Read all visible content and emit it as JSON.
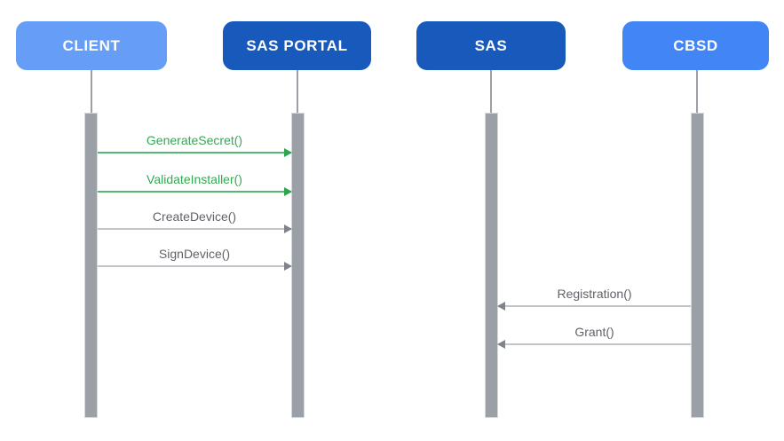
{
  "diagram": {
    "type": "sequence-diagram",
    "actors": [
      {
        "id": "client",
        "label": "CLIENT",
        "fill": "#669DF6",
        "text_color": "#FFFFFF"
      },
      {
        "id": "sas-portal",
        "label": "SAS PORTAL",
        "fill": "#185ABC",
        "text_color": "#FFFFFF"
      },
      {
        "id": "sas",
        "label": "SAS",
        "fill": "#185ABC",
        "text_color": "#FFFFFF"
      },
      {
        "id": "cbsd",
        "label": "CBSD",
        "fill": "#4285F4",
        "text_color": "#FFFFFF"
      }
    ],
    "messages": [
      {
        "label": "GenerateSecret()",
        "from": "client",
        "to": "sas-portal",
        "direction": "right",
        "color": "#34A853"
      },
      {
        "label": "ValidateInstaller()",
        "from": "client",
        "to": "sas-portal",
        "direction": "right",
        "color": "#34A853"
      },
      {
        "label": "CreateDevice()",
        "from": "client",
        "to": "sas-portal",
        "direction": "right",
        "color": "#5F6368"
      },
      {
        "label": "SignDevice()",
        "from": "client",
        "to": "sas-portal",
        "direction": "right",
        "color": "#5F6368"
      },
      {
        "label": "Registration()",
        "from": "cbsd",
        "to": "sas",
        "direction": "left",
        "color": "#5F6368"
      },
      {
        "label": "Grant()",
        "from": "cbsd",
        "to": "sas",
        "direction": "left",
        "color": "#5F6368"
      }
    ],
    "colors": {
      "lifeline": "#9AA0A6",
      "activation_bar": "#9AA0A6",
      "gray_arrow_line": "#C1C5C9",
      "gray_arrowhead": "#7F848A",
      "green_arrow_line": "#53B671",
      "green_arrowhead": "#2DA44E",
      "background": "#FFFFFF"
    }
  }
}
